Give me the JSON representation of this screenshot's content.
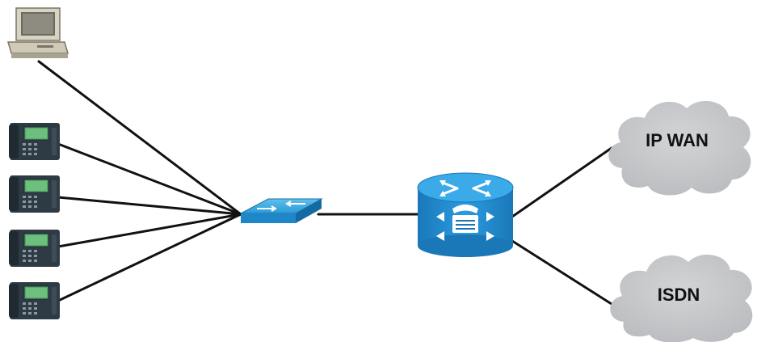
{
  "clouds": [
    {
      "id": "ip-wan",
      "label": "IP WAN"
    },
    {
      "id": "isdn",
      "label": "ISDN"
    }
  ],
  "devices": {
    "pc": {
      "icon": "desktop-computer-icon"
    },
    "phones": [
      {
        "icon": "ip-phone-icon"
      },
      {
        "icon": "ip-phone-icon"
      },
      {
        "icon": "ip-phone-icon"
      },
      {
        "icon": "ip-phone-icon"
      }
    ],
    "switch": {
      "icon": "network-switch-icon"
    },
    "router": {
      "icon": "voice-gateway-router-icon"
    }
  },
  "colors": {
    "cisco_blue": "#1f8fd0",
    "cloud_fill": "#c6c8ca",
    "link": "#111111",
    "phone_body": "#2e3b44",
    "phone_screen": "#58a86a"
  }
}
